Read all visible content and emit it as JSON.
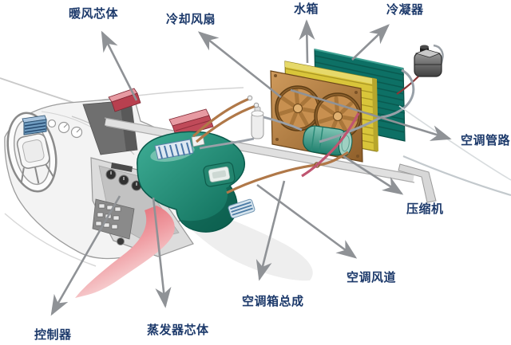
{
  "figure": {
    "type": "labeled-diagram",
    "background": "#ffffff",
    "label_color": "#1d3a6b",
    "arrow_color": "#8f9296",
    "labels": [
      {
        "id": "heater-core",
        "text": "暖风芯体"
      },
      {
        "id": "cooling-fan",
        "text": "冷却风扇"
      },
      {
        "id": "radiator-tank",
        "text": "水箱"
      },
      {
        "id": "condenser",
        "text": "冷凝器"
      },
      {
        "id": "ac-pipes",
        "text": "空调管路"
      },
      {
        "id": "compressor",
        "text": "压缩机"
      },
      {
        "id": "ac-air-duct",
        "text": "空调风道"
      },
      {
        "id": "ac-box-assembly",
        "text": "空调箱总成"
      },
      {
        "id": "evaporator-core",
        "text": "蒸发器芯体"
      },
      {
        "id": "controller",
        "text": "控制器"
      }
    ],
    "component_colors": {
      "hvac_box": "#1b8a74",
      "condenser_core": "#0d7065",
      "radiator_core": "#d9c53a",
      "fan_shroud": "#b5803f",
      "compressor_body": "#3aa392",
      "heater_core": "#b8404f",
      "floor_duct": "#d84a56",
      "dashboard": "#f3f3f3",
      "vent_blue": "#4a7aa4",
      "pipe_copper": "#b07848",
      "pipe_grey": "#98a0a8",
      "reservoir": "#4a4a4a"
    }
  }
}
